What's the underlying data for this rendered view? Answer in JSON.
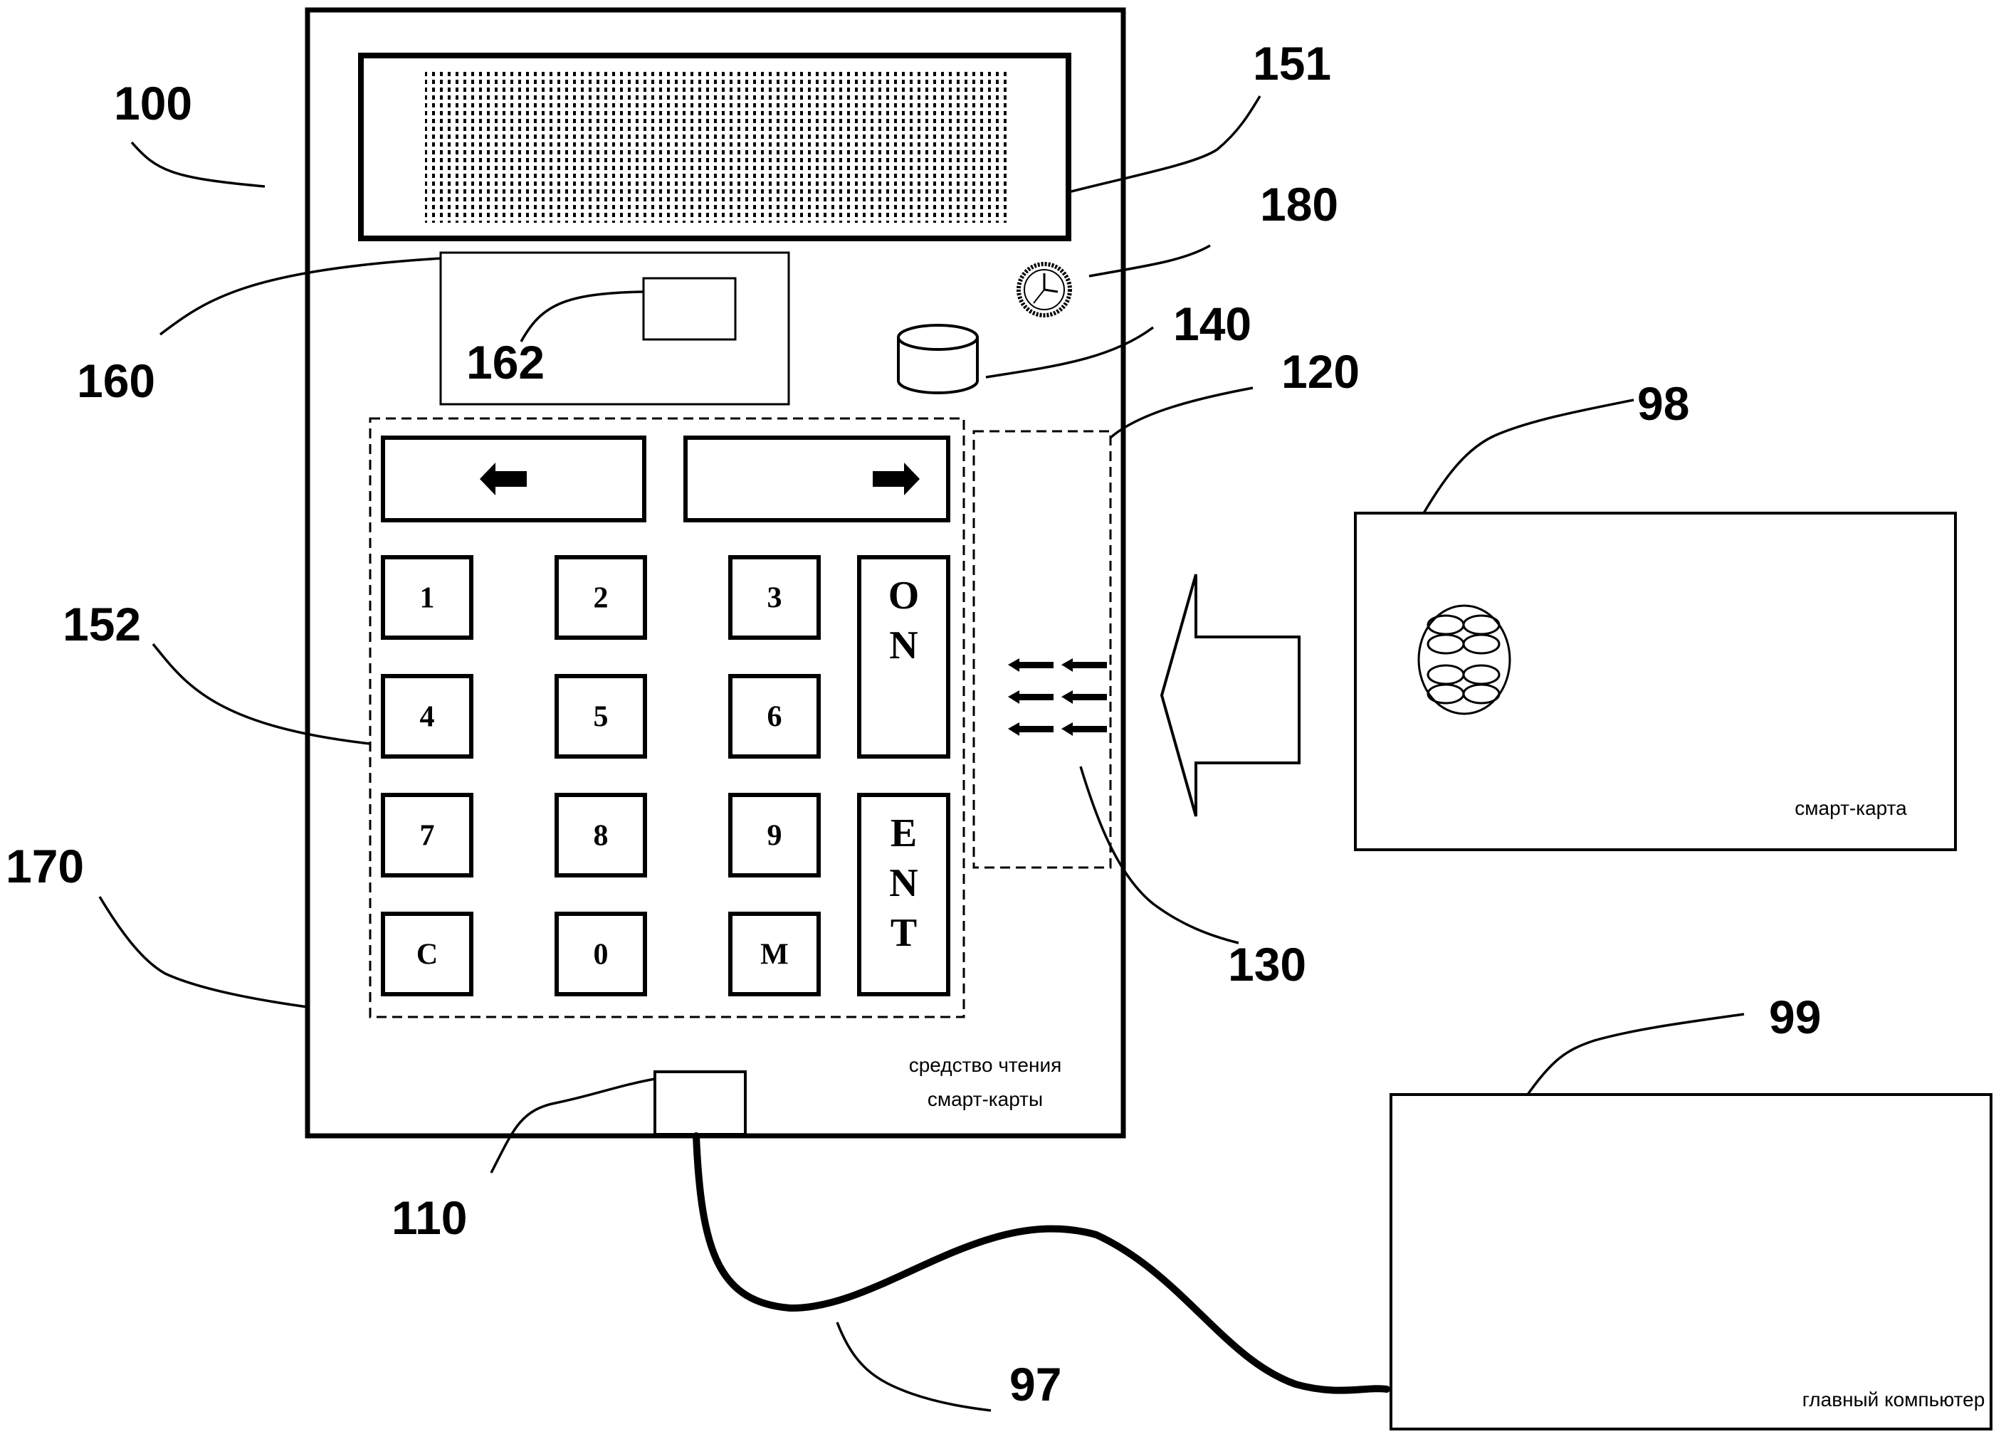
{
  "figure": {
    "reference_labels": {
      "device": "100",
      "display": "151",
      "clock": "180",
      "module": "160",
      "module_element": "162",
      "memory": "140",
      "card_slot": "120",
      "smart_card": "98",
      "keypad": "152",
      "housing": "170",
      "contacts": "130",
      "host": "99",
      "connector": "110",
      "cable": "97"
    },
    "captions": {
      "reader_line1": "средство чтения",
      "reader_line2": "смарт-карты",
      "smart_card": "смарт-карта",
      "host": "главный компьютер"
    },
    "keypad": {
      "arrow_left": "🡐",
      "arrow_right": "🡒",
      "keys": [
        {
          "label": "1",
          "name": "key-1"
        },
        {
          "label": "2",
          "name": "key-2"
        },
        {
          "label": "3",
          "name": "key-3"
        },
        {
          "label": "4",
          "name": "key-4"
        },
        {
          "label": "5",
          "name": "key-5"
        },
        {
          "label": "6",
          "name": "key-6"
        },
        {
          "label": "7",
          "name": "key-7"
        },
        {
          "label": "8",
          "name": "key-8"
        },
        {
          "label": "9",
          "name": "key-9"
        },
        {
          "label": "C",
          "name": "key-clear"
        },
        {
          "label": "0",
          "name": "key-0"
        },
        {
          "label": "M",
          "name": "key-memory"
        }
      ],
      "on_key": [
        "O",
        "N"
      ],
      "ent_key": [
        "E",
        "N",
        "T"
      ]
    },
    "icons": {
      "clock": "clock-icon",
      "memory": "database-cylinder-icon",
      "chip": "smart-card-chip-icon",
      "insert_arrow": "insert-arrow-icon"
    }
  }
}
